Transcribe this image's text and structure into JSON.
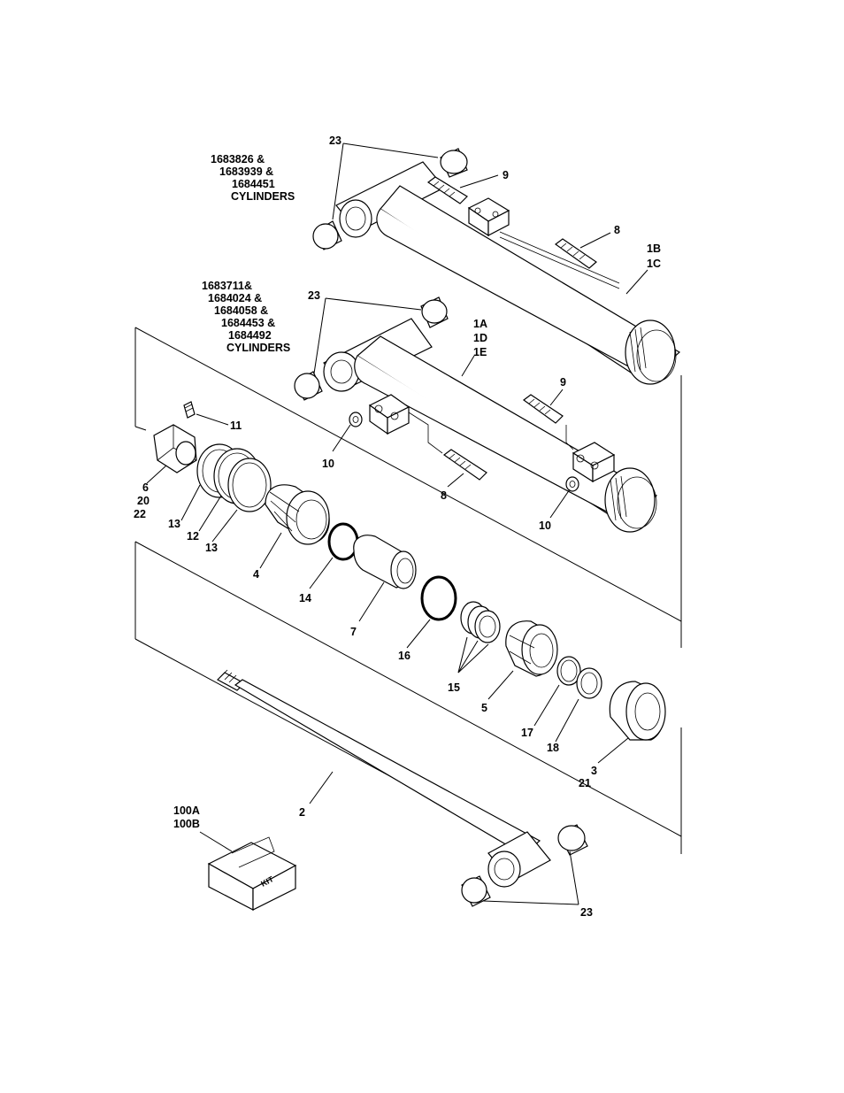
{
  "cylinder_groups": {
    "upper": [
      "1683826 &",
      "1683939 &",
      "1684451",
      "CYLINDERS"
    ],
    "lower": [
      "1683711&",
      "1684024 &",
      "1684058 &",
      "1684453 &",
      "1684492",
      "CYLINDERS"
    ]
  },
  "callouts": {
    "c23_top": "23",
    "c9_top": "9",
    "c8_top": "8",
    "c1B": "1B",
    "c1C": "1C",
    "c23_mid": "23",
    "c1A": "1A",
    "c1D": "1D",
    "c1E": "1E",
    "c9_mid": "9",
    "c11": "11",
    "c10_left": "10",
    "c8_mid": "8",
    "c10_right": "10",
    "c6": "6",
    "c20": "20",
    "c22": "22",
    "c13_a": "13",
    "c12": "12",
    "c13_b": "13",
    "c4": "4",
    "c14": "14",
    "c7": "7",
    "c16": "16",
    "c15": "15",
    "c5": "5",
    "c17": "17",
    "c18": "18",
    "c3": "3",
    "c21": "21",
    "c2": "2",
    "c100A": "100A",
    "c100B": "100B",
    "c23_bot": "23",
    "kit": "KIT"
  }
}
